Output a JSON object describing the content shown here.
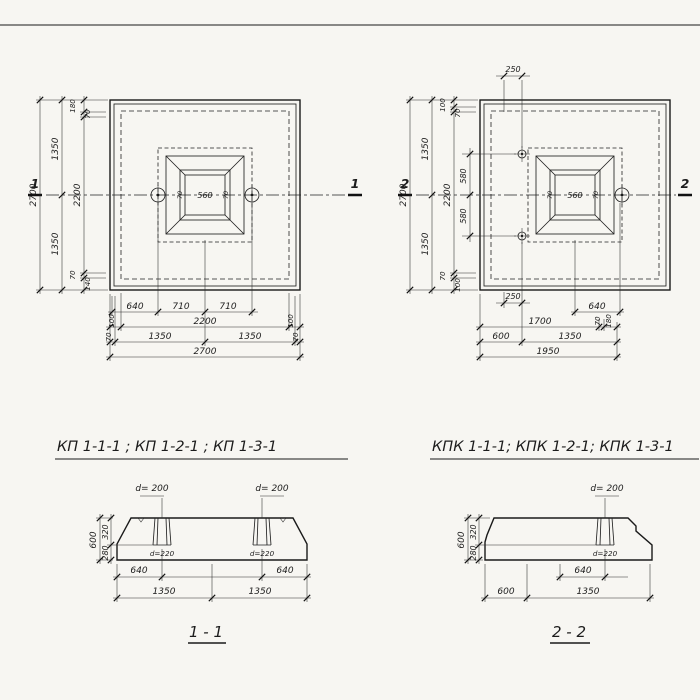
{
  "colors": {
    "paper": "#f7f6f2",
    "ink": "#1c1c1c"
  },
  "plan_left": {
    "section_mark_left": "1",
    "section_mark_right": "1",
    "v_total": "2700",
    "v_half_top": "1350",
    "v_half_bottom": "1350",
    "v_inner": "2200",
    "v_top_small_1": "180",
    "v_top_small_2": "70",
    "v_bot_small_1": "70",
    "v_bot_small_2": "140",
    "h_row1": [
      "640",
      "710",
      "710"
    ],
    "h_row2_left": "100",
    "h_row2_mid": "2200",
    "h_row2_right": "100",
    "h_row3": [
      "70",
      "1350",
      "1350",
      "70"
    ],
    "h_total": "2700",
    "cup_left": "70",
    "cup_mid": "560",
    "cup_right": "70"
  },
  "plan_right": {
    "section_mark_left": "2",
    "section_mark_right": "2",
    "top_offset": "250",
    "bottom_offset": "250",
    "v_total": "2700",
    "v_half_top": "1350",
    "v_half_bottom": "1350",
    "v_inner": "2200",
    "v_top_small_1": "100",
    "v_top_small_2": "70",
    "v_bot_small_1": "70",
    "v_bot_small_2": "100",
    "v_dot_top": "580",
    "v_dot_bottom": "580",
    "h_row1": "640",
    "h_row2": [
      "1700",
      "70",
      "180"
    ],
    "h_row3_left": "600",
    "h_row3_right": "1350",
    "h_total": "1950",
    "cup_left": "70",
    "cup_mid": "560",
    "cup_right": "70"
  },
  "section_left": {
    "title": "КП 1-1-1 ; КП 1-2-1 ; КП 1-3-1",
    "mark": "1 - 1",
    "d_top_left": "d= 200",
    "d_top_right": "d= 200",
    "d_bot_left": "d=220",
    "d_bot_right": "d=220",
    "h_total": "600",
    "h_top": "320",
    "h_bottom": "280",
    "w_left_640": "640",
    "w_right_640": "640",
    "w_1350_left": "1350",
    "w_1350_right": "1350"
  },
  "section_right": {
    "title": "КПК 1-1-1; КПК 1-2-1; КПК 1-3-1",
    "mark": "2 - 2",
    "d_top": "d= 200",
    "d_bot": "d=220",
    "h_total": "600",
    "h_top": "320",
    "h_bottom": "280",
    "w_640": "640",
    "w_600": "600",
    "w_1350": "1350"
  }
}
